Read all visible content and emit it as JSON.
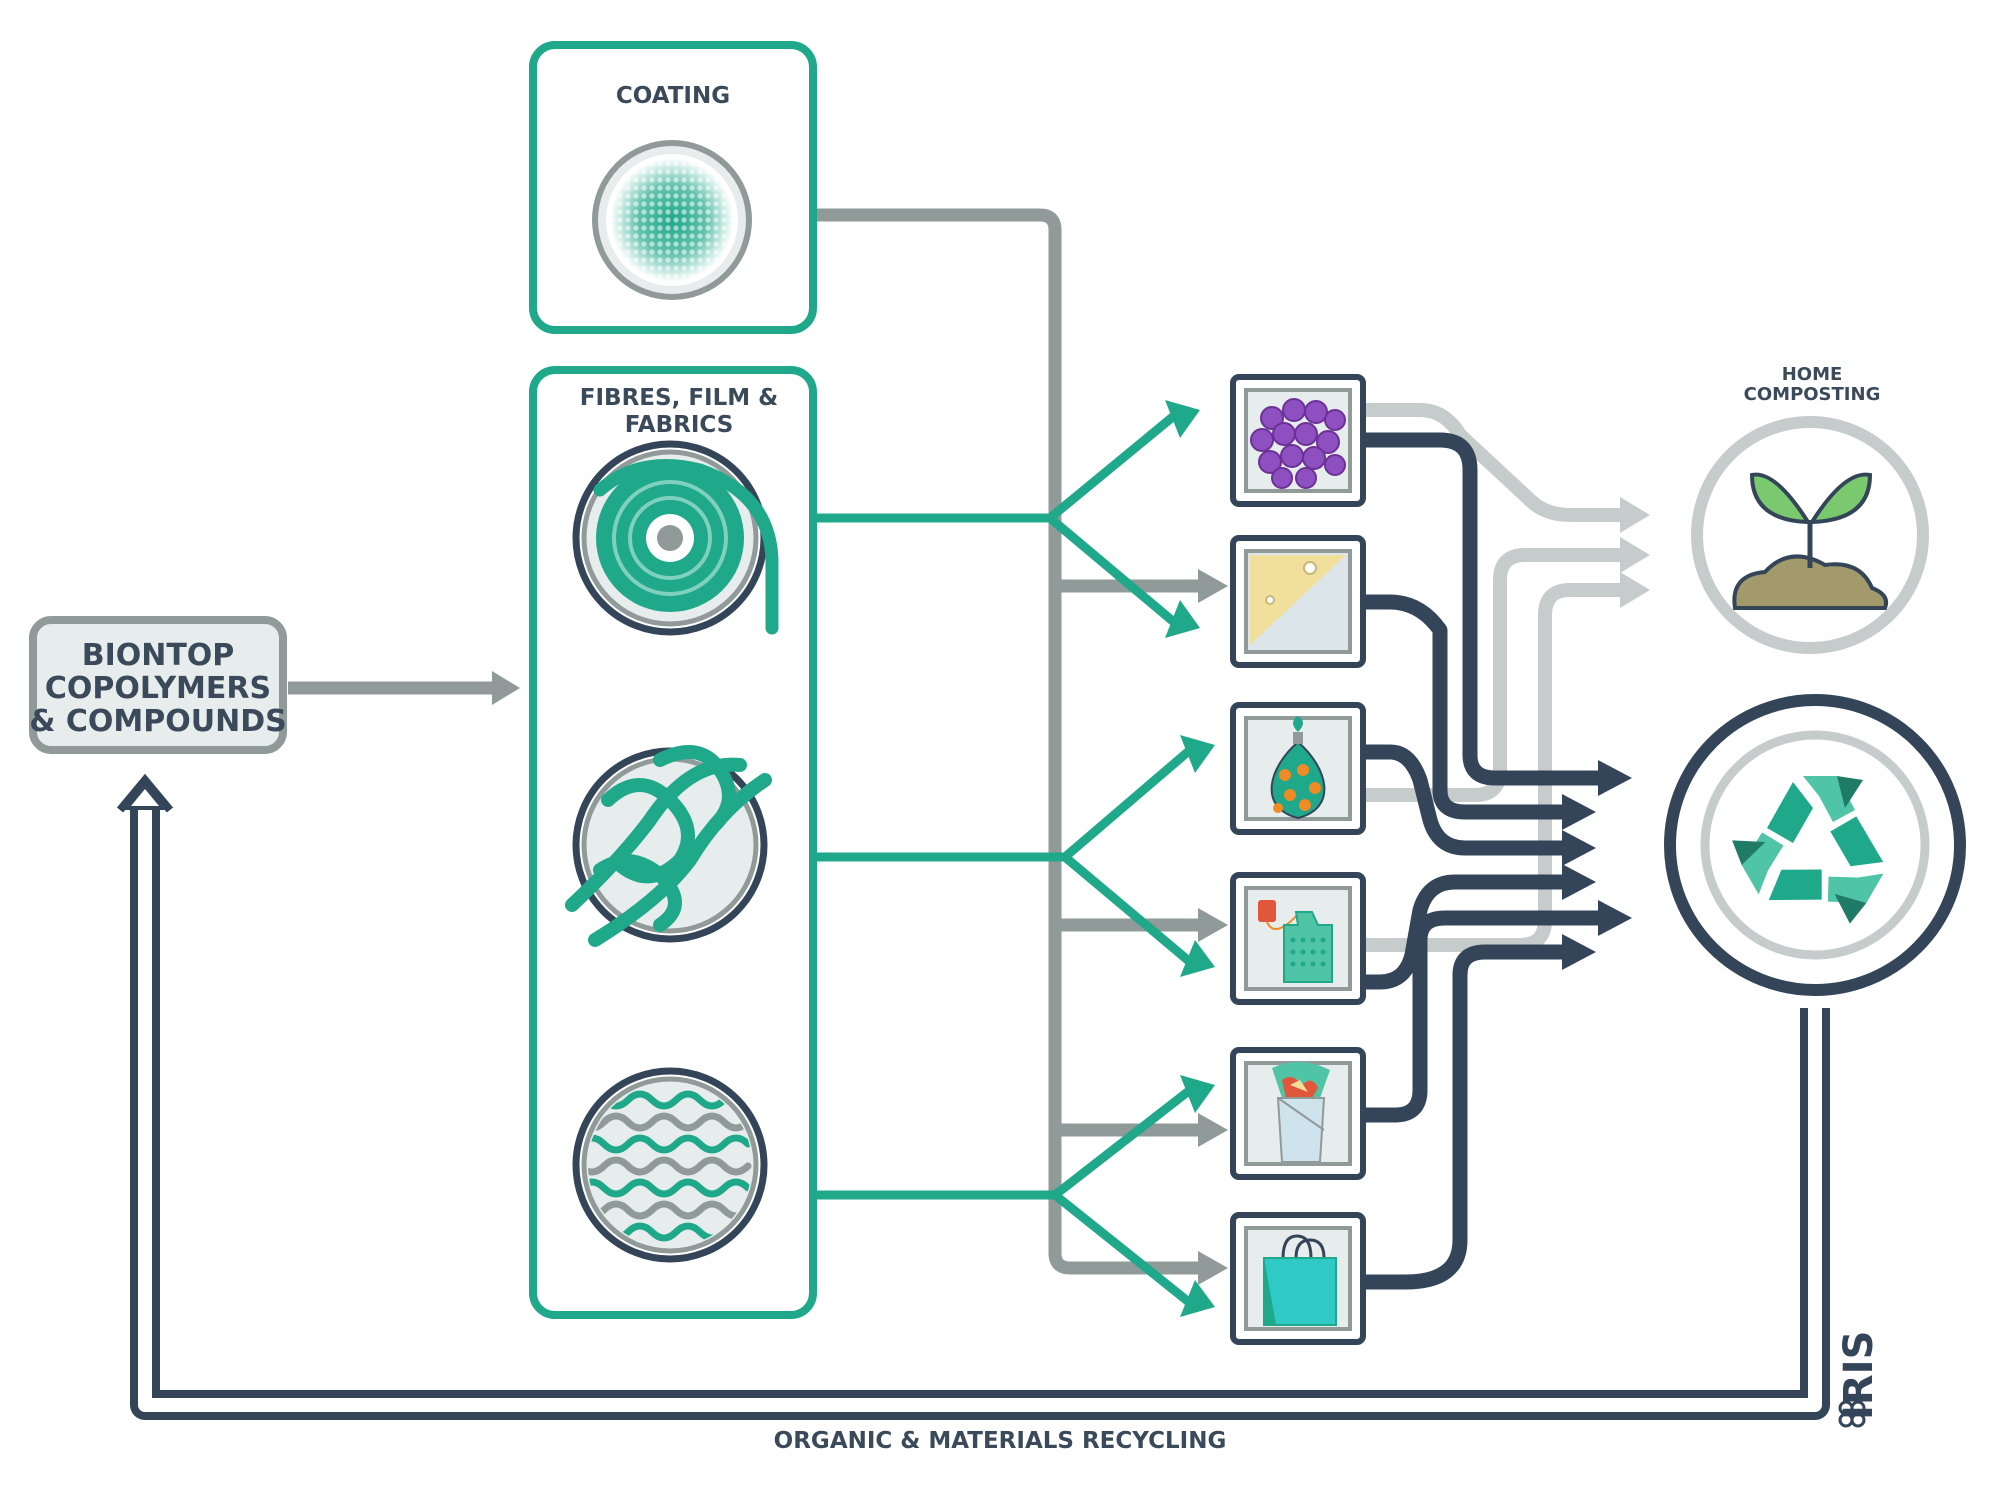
{
  "labels": {
    "source": [
      "BIONTOP",
      "COPOLYMERS",
      "& COMPOUNDS"
    ],
    "coating": "COATING",
    "fibres": [
      "FIBRES, FILM &",
      "FABRICS"
    ],
    "home_composting": [
      "HOME",
      "COMPOSTING"
    ],
    "recycling": "ORGANIC & MATERIALS RECYCLING",
    "logo": "IRIS"
  },
  "colors": {
    "green": "#1fa88a",
    "navy": "#34455a",
    "grey": "#8f9a99",
    "light_grey": "#c6cbcb",
    "box_fill": "#e7ecec"
  },
  "products": [
    {
      "icon": "grapes-tray-icon"
    },
    {
      "icon": "cheese-wrap-icon"
    },
    {
      "icon": "net-bag-icon"
    },
    {
      "icon": "tea-bag-icon"
    },
    {
      "icon": "food-wrap-icon"
    },
    {
      "icon": "shopping-bag-icon"
    }
  ],
  "icons": {
    "coating": "coating-dots-icon",
    "film": "film-roll-icon",
    "fibres": "fibre-knot-icon",
    "fabric": "fabric-weave-icon",
    "compost": "sprout-icon",
    "recycle": "recycle-icon"
  }
}
